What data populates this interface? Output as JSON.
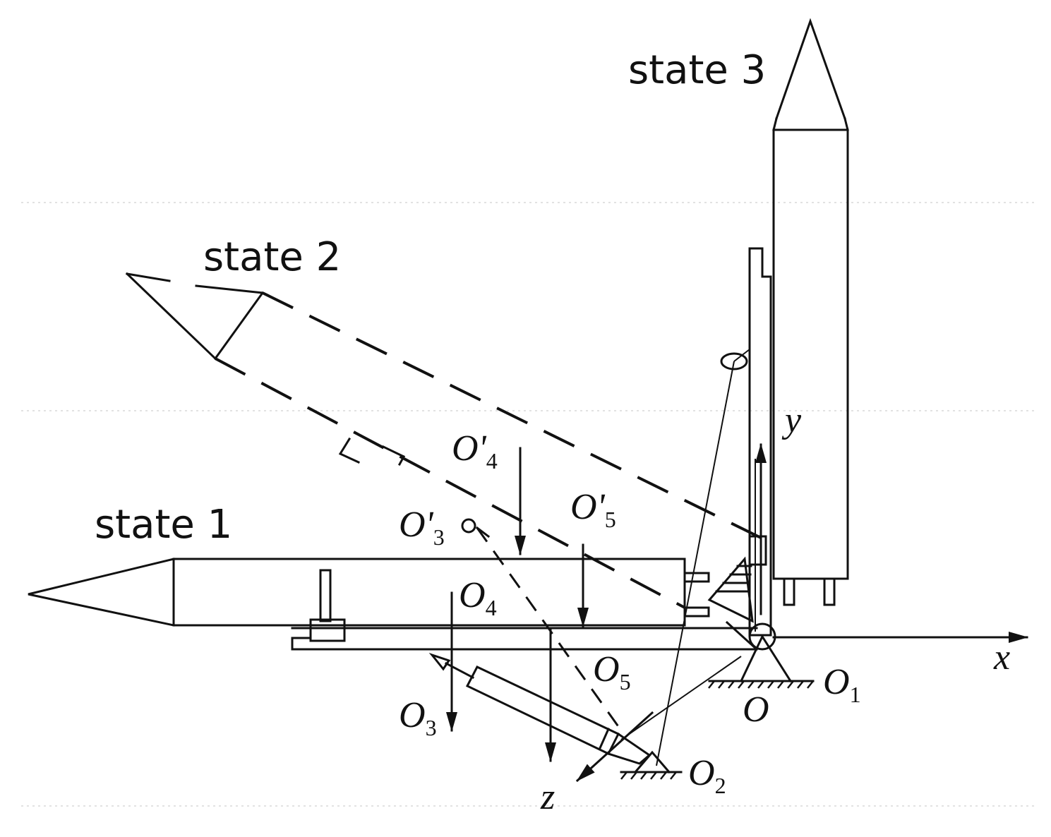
{
  "states": {
    "state1": "state 1",
    "state2": "state 2",
    "state3": "state 3"
  },
  "axes": {
    "x": "x",
    "y": "y",
    "z": "z"
  },
  "points": {
    "O": "O",
    "O1": "O1",
    "O2": "O2",
    "O3": "O3",
    "O4": "O4",
    "O5": "O5",
    "O3p": "O'3",
    "O4p": "O'4",
    "O5p": "O'5"
  },
  "point_parts": {
    "O1": {
      "base": "O",
      "sub": "1"
    },
    "O2": {
      "base": "O",
      "sub": "2"
    },
    "O3": {
      "base": "O",
      "sub": "3"
    },
    "O4": {
      "base": "O",
      "sub": "4"
    },
    "O5": {
      "base": "O",
      "sub": "5"
    },
    "O3p": {
      "base": "O'",
      "sub": "3"
    },
    "O4p": {
      "base": "O'",
      "sub": "4"
    },
    "O5p": {
      "base": "O'",
      "sub": "5"
    }
  }
}
